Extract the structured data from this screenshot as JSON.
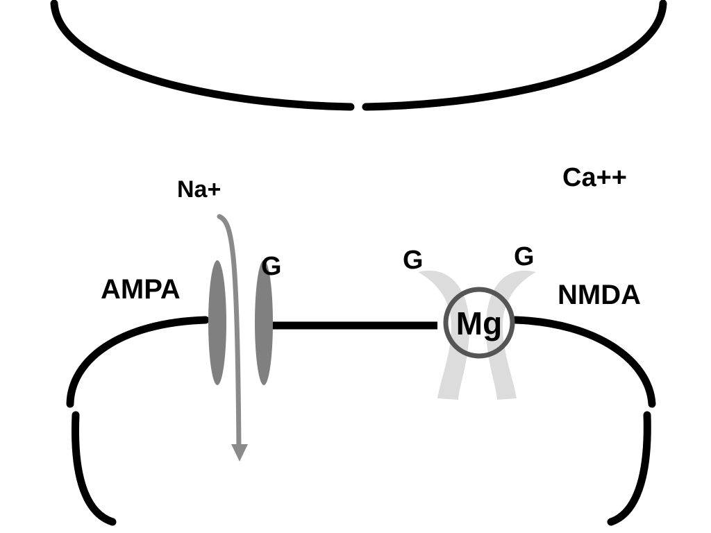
{
  "diagram": {
    "labels": {
      "na": "Na+",
      "ca": "Ca++",
      "ampa": "AMPA",
      "nmda": "NMDA",
      "g_ampa": "G",
      "g_nmda_left": "G",
      "g_nmda_right": "G",
      "mg": "Mg"
    }
  },
  "colors": {
    "membrane": "#000000",
    "ampa_channel": "#808080",
    "na_arrow": "#8a8a8a",
    "nmda_channel": "#dcdcdc",
    "mg_ring": "#555555",
    "text": "#000000"
  }
}
